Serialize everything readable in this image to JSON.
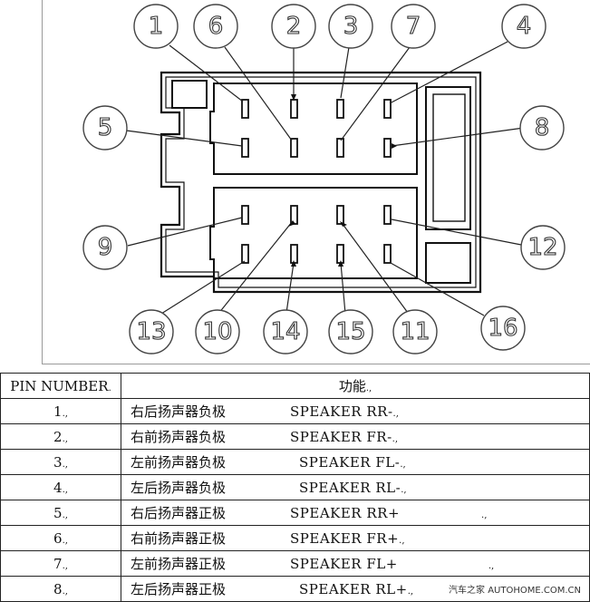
{
  "diagram": {
    "callouts": [
      "1",
      "6",
      "2",
      "3",
      "7",
      "4",
      "5",
      "8",
      "9",
      "12",
      "13",
      "10",
      "14",
      "15",
      "11",
      "16"
    ]
  },
  "table": {
    "header": {
      "pin": "PIN NUMBER",
      "function": "功能"
    },
    "rows": [
      {
        "pin": "1",
        "cn": "右后扬声器负极",
        "en": "SPEAKER   RR-"
      },
      {
        "pin": "2",
        "cn": "右前扬声器负极",
        "en": "SPEAKER   FR-"
      },
      {
        "pin": "3",
        "cn": "左前扬声器负极",
        "en": "SPEAKER   FL-"
      },
      {
        "pin": "4",
        "cn": "左后扬声器负极",
        "en": "SPEAKER   RL-"
      },
      {
        "pin": "5",
        "cn": "右后扬声器正极",
        "en": "SPEAKER   RR+"
      },
      {
        "pin": "6",
        "cn": "右前扬声器正极",
        "en": "SPEAKER   FR+"
      },
      {
        "pin": "7",
        "cn": "左前扬声器正极",
        "en": "SPEAKER   FL+"
      },
      {
        "pin": "8",
        "cn": "左后扬声器正极",
        "en": "SPEAKER   RL+"
      }
    ]
  },
  "watermark": {
    "text": "汽车之家  AUTOHOME.COM.CN"
  }
}
